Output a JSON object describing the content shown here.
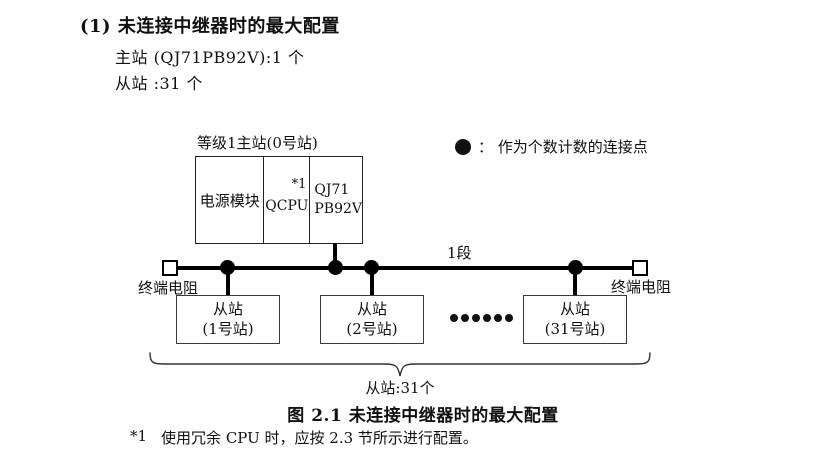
{
  "header": {
    "title": "(1) 未连接中继器时的最大配置",
    "master_spec": "主站 (QJ71PB92V):1 个",
    "slave_spec": "从站 :31 个"
  },
  "diagram": {
    "master_label": "等级1主站(0号站)",
    "master_modules": {
      "power": "电源模块",
      "cpu": "QCPU",
      "cpu_note": "*1",
      "network_line1": "QJ71",
      "network_line2": "PB92V"
    },
    "legend": {
      "symbol": "connection-point-dot",
      "text": "：  作为个数计数的连接点"
    },
    "segment_label": "1段",
    "terminator_left": "终端电阻",
    "terminator_right": "终端电阻",
    "slaves": [
      {
        "line1": "从站",
        "line2": "(1号站)"
      },
      {
        "line1": "从站",
        "line2": "(2号站)"
      },
      {
        "line1": "从站",
        "line2": "(31号站)"
      }
    ],
    "brace_label": "从站:31个"
  },
  "caption": "图 2.1 未连接中继器时的最大配置",
  "footnote": {
    "marker": "*1",
    "text": "使用冗余 CPU 时，应按 2.3 节所示进行配置。"
  },
  "colors": {
    "ink": "#111111",
    "line": "#000000",
    "box_border": "#3a3a3a",
    "background": "#ffffff"
  }
}
